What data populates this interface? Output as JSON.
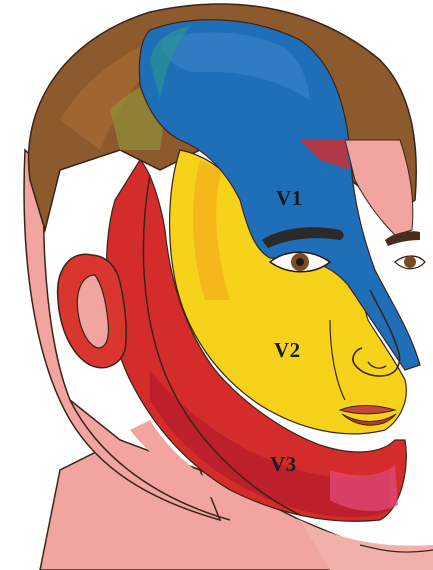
{
  "zones": [
    {
      "id": "v1",
      "label": "V1",
      "color": "#1f6fb8"
    },
    {
      "id": "v2",
      "label": "V2",
      "color": "#f7d21a"
    },
    {
      "id": "v3",
      "label": "V3",
      "color": "#d42b2b"
    }
  ],
  "colors": {
    "hair": "#8c5a2c",
    "skin": "#f2a4a0",
    "outline": "#3a2418",
    "v1": "#1f6fb8",
    "v2": "#f7d21a",
    "v3": "#d42b2b",
    "v3_dark": "#b81f2a",
    "ear_red": "#d9362f"
  }
}
